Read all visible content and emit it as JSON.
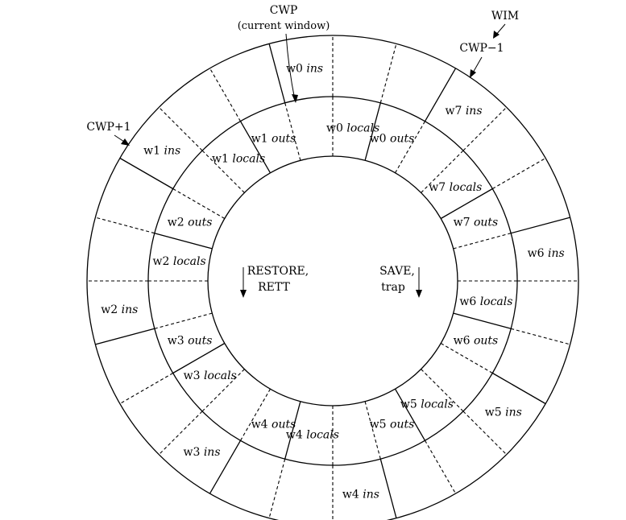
{
  "pointers": {
    "cwp": "CWP",
    "cwp_sub": "(current window)",
    "wim": "WIM",
    "cwp_minus_1": "CWP−1",
    "cwp_plus_1": "CWP+1"
  },
  "center": {
    "restore_line1": "RESTORE,",
    "restore_line2": "RETT",
    "save_line1": "SAVE,",
    "save_line2": "trap"
  },
  "segments": [
    {
      "window": "w0",
      "type": "locals"
    },
    {
      "window": "w0",
      "type": "outs"
    },
    {
      "window": "w7",
      "type": "ins"
    },
    {
      "window": "w7",
      "type": "locals"
    },
    {
      "window": "w7",
      "type": "outs"
    },
    {
      "window": "w6",
      "type": "ins"
    },
    {
      "window": "w6",
      "type": "locals"
    },
    {
      "window": "w6",
      "type": "outs"
    },
    {
      "window": "w5",
      "type": "ins"
    },
    {
      "window": "w5",
      "type": "locals"
    },
    {
      "window": "w5",
      "type": "outs"
    },
    {
      "window": "w4",
      "type": "ins"
    },
    {
      "window": "w4",
      "type": "locals"
    },
    {
      "window": "w4",
      "type": "outs"
    },
    {
      "window": "w3",
      "type": "ins"
    },
    {
      "window": "w3",
      "type": "locals"
    },
    {
      "window": "w3",
      "type": "outs"
    },
    {
      "window": "w2",
      "type": "ins"
    },
    {
      "window": "w2",
      "type": "locals"
    },
    {
      "window": "w2",
      "type": "outs"
    },
    {
      "window": "w1",
      "type": "ins"
    },
    {
      "window": "w1",
      "type": "locals"
    },
    {
      "window": "w1",
      "type": "outs"
    },
    {
      "window": "w0",
      "type": "ins"
    }
  ]
}
